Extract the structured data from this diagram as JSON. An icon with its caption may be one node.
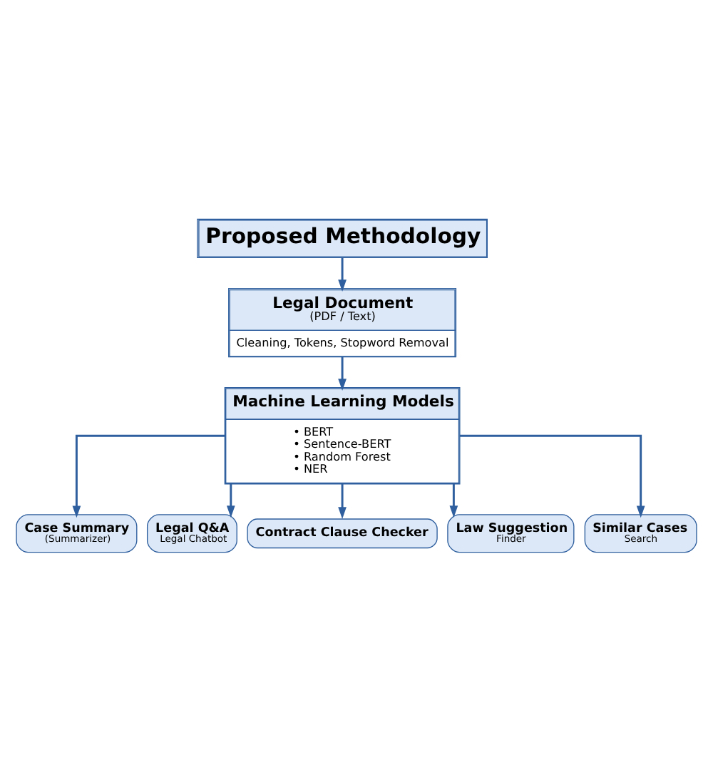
{
  "diagram": {
    "nodes": [
      {
        "text": [
          "Proposed Methodology"
        ]
      },
      {
        "text": [
          "Legal Document",
          "(PDF / Text)",
          "Cleaning, Tokens, Stopword Removal"
        ]
      },
      {
        "text": [
          "Machine Learning Models",
          "• BERT",
          "• Sentence-BERT",
          "• Random Forest",
          "• NER"
        ]
      },
      {
        "text": [
          "Case Summary",
          "(Summarizer)"
        ]
      },
      {
        "text": [
          "Legal Q&A",
          "Legal Chatbot"
        ]
      },
      {
        "text": [
          "Contract Clause Checker"
        ]
      },
      {
        "text": [
          "Law Suggestion",
          "Finder"
        ]
      },
      {
        "text": [
          "Similar Cases",
          "Search"
        ]
      }
    ],
    "edges": [
      {
        "from": 0,
        "to": 1,
        "arrow": "to"
      },
      {
        "from": 1,
        "to": 2,
        "arrow": "to"
      },
      {
        "from": 2,
        "to": 3,
        "arrow": "to"
      },
      {
        "from": 2,
        "to": 4,
        "arrow": "to"
      },
      {
        "from": 2,
        "to": 5,
        "arrow": "to"
      },
      {
        "from": 2,
        "to": 6,
        "arrow": "to"
      },
      {
        "from": 2,
        "to": 7,
        "arrow": "to"
      }
    ]
  }
}
